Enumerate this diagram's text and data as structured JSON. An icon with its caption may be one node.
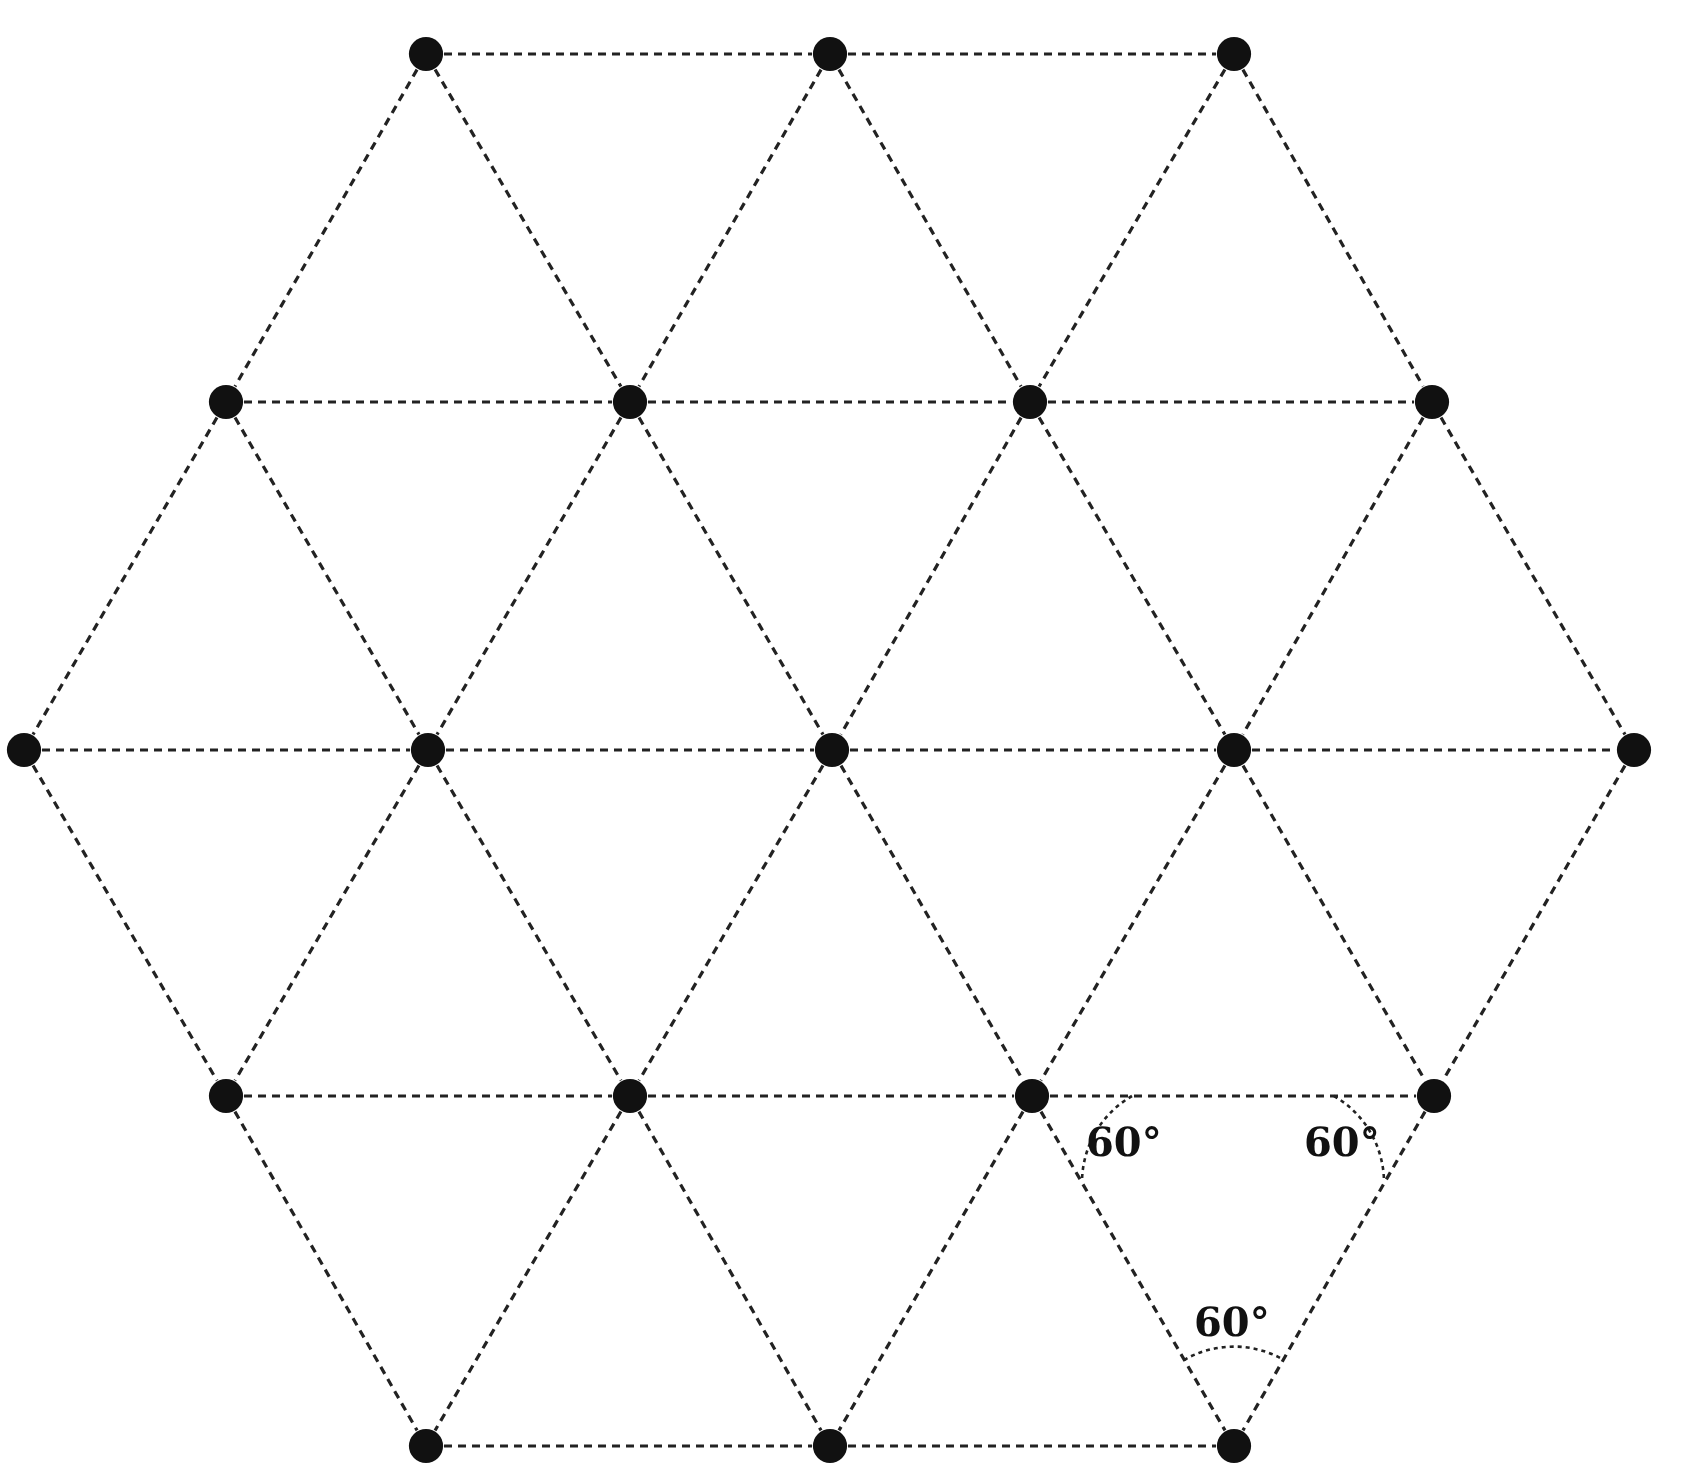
{
  "diagram": {
    "nodes": [
      {
        "text": [],
        "shape": "circle"
      },
      {
        "text": [],
        "shape": "circle"
      },
      {
        "text": [],
        "shape": "circle"
      },
      {
        "text": [],
        "shape": "circle"
      },
      {
        "text": [],
        "shape": "circle"
      },
      {
        "text": [],
        "shape": "circle"
      },
      {
        "text": [],
        "shape": "circle"
      },
      {
        "text": [],
        "shape": "circle"
      },
      {
        "text": [],
        "shape": "circle"
      },
      {
        "text": [],
        "shape": "circle"
      },
      {
        "text": [],
        "shape": "circle"
      },
      {
        "text": [],
        "shape": "circle"
      },
      {
        "text": [],
        "shape": "circle"
      },
      {
        "text": [],
        "shape": "circle"
      },
      {
        "text": [],
        "shape": "circle"
      },
      {
        "text": [],
        "shape": "circle"
      },
      {
        "text": [],
        "shape": "circle"
      },
      {
        "text": [],
        "shape": "circle"
      },
      {
        "text": [],
        "shape": "circle"
      }
    ],
    "edges": [
      {
        "from": 0,
        "to": 1,
        "arrow": "none"
      },
      {
        "from": 1,
        "to": 2,
        "arrow": "none"
      },
      {
        "from": 3,
        "to": 4,
        "arrow": "none"
      },
      {
        "from": 4,
        "to": 5,
        "arrow": "none"
      },
      {
        "from": 5,
        "to": 6,
        "arrow": "none"
      },
      {
        "from": 7,
        "to": 8,
        "arrow": "none"
      },
      {
        "from": 8,
        "to": 9,
        "arrow": "none"
      },
      {
        "from": 9,
        "to": 10,
        "arrow": "none"
      },
      {
        "from": 10,
        "to": 11,
        "arrow": "none"
      },
      {
        "from": 12,
        "to": 13,
        "arrow": "none"
      },
      {
        "from": 13,
        "to": 14,
        "arrow": "none"
      },
      {
        "from": 14,
        "to": 15,
        "arrow": "none"
      },
      {
        "from": 16,
        "to": 17,
        "arrow": "none"
      },
      {
        "from": 17,
        "to": 18,
        "arrow": "none"
      },
      {
        "from": 0,
        "to": 3,
        "arrow": "none"
      },
      {
        "from": 0,
        "to": 4,
        "arrow": "none"
      },
      {
        "from": 1,
        "to": 4,
        "arrow": "none"
      },
      {
        "from": 1,
        "to": 5,
        "arrow": "none"
      },
      {
        "from": 2,
        "to": 5,
        "arrow": "none"
      },
      {
        "from": 2,
        "to": 6,
        "arrow": "none"
      },
      {
        "from": 3,
        "to": 7,
        "arrow": "none"
      },
      {
        "from": 3,
        "to": 8,
        "arrow": "none"
      },
      {
        "from": 4,
        "to": 8,
        "arrow": "none"
      },
      {
        "from": 4,
        "to": 9,
        "arrow": "none"
      },
      {
        "from": 5,
        "to": 9,
        "arrow": "none"
      },
      {
        "from": 5,
        "to": 10,
        "arrow": "none"
      },
      {
        "from": 6,
        "to": 10,
        "arrow": "none"
      },
      {
        "from": 6,
        "to": 11,
        "arrow": "none"
      },
      {
        "from": 7,
        "to": 12,
        "arrow": "none"
      },
      {
        "from": 8,
        "to": 12,
        "arrow": "none"
      },
      {
        "from": 8,
        "to": 13,
        "arrow": "none"
      },
      {
        "from": 9,
        "to": 13,
        "arrow": "none"
      },
      {
        "from": 9,
        "to": 14,
        "arrow": "none"
      },
      {
        "from": 10,
        "to": 14,
        "arrow": "none"
      },
      {
        "from": 10,
        "to": 15,
        "arrow": "none"
      },
      {
        "from": 11,
        "to": 15,
        "arrow": "none"
      },
      {
        "from": 12,
        "to": 16,
        "arrow": "none"
      },
      {
        "from": 13,
        "to": 16,
        "arrow": "none"
      },
      {
        "from": 13,
        "to": 17,
        "arrow": "none"
      },
      {
        "from": 14,
        "to": 17,
        "arrow": "none"
      },
      {
        "from": 14,
        "to": 18,
        "arrow": "none"
      },
      {
        "from": 15,
        "to": 18,
        "arrow": "none"
      }
    ],
    "labels": [
      "60°",
      "60°",
      "60°"
    ]
  }
}
